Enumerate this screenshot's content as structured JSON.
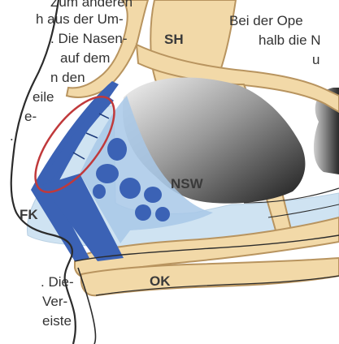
{
  "left_text": [
    "Zum anderen",
    "h aus der Um-",
    ". Die Nasen-",
    "auf dem",
    "n den",
    "eile",
    "e-",
    ".",
    ". Die-",
    "Ver-",
    "eiste"
  ],
  "right_text": [
    "Bei der Ope",
    "halb die N",
    "u"
  ],
  "labels": {
    "sh": "SH",
    "nsw": "NSW",
    "fk": "FK",
    "ok": "OK"
  },
  "colors": {
    "bone": "#f2d9a8",
    "bone_outline": "#b8945f",
    "cartilage_dark": "#3b62b5",
    "cartilage_light": "#cfe3f2",
    "highlight_ring": "#c0393b",
    "skin_line": "#2b2b2b"
  }
}
